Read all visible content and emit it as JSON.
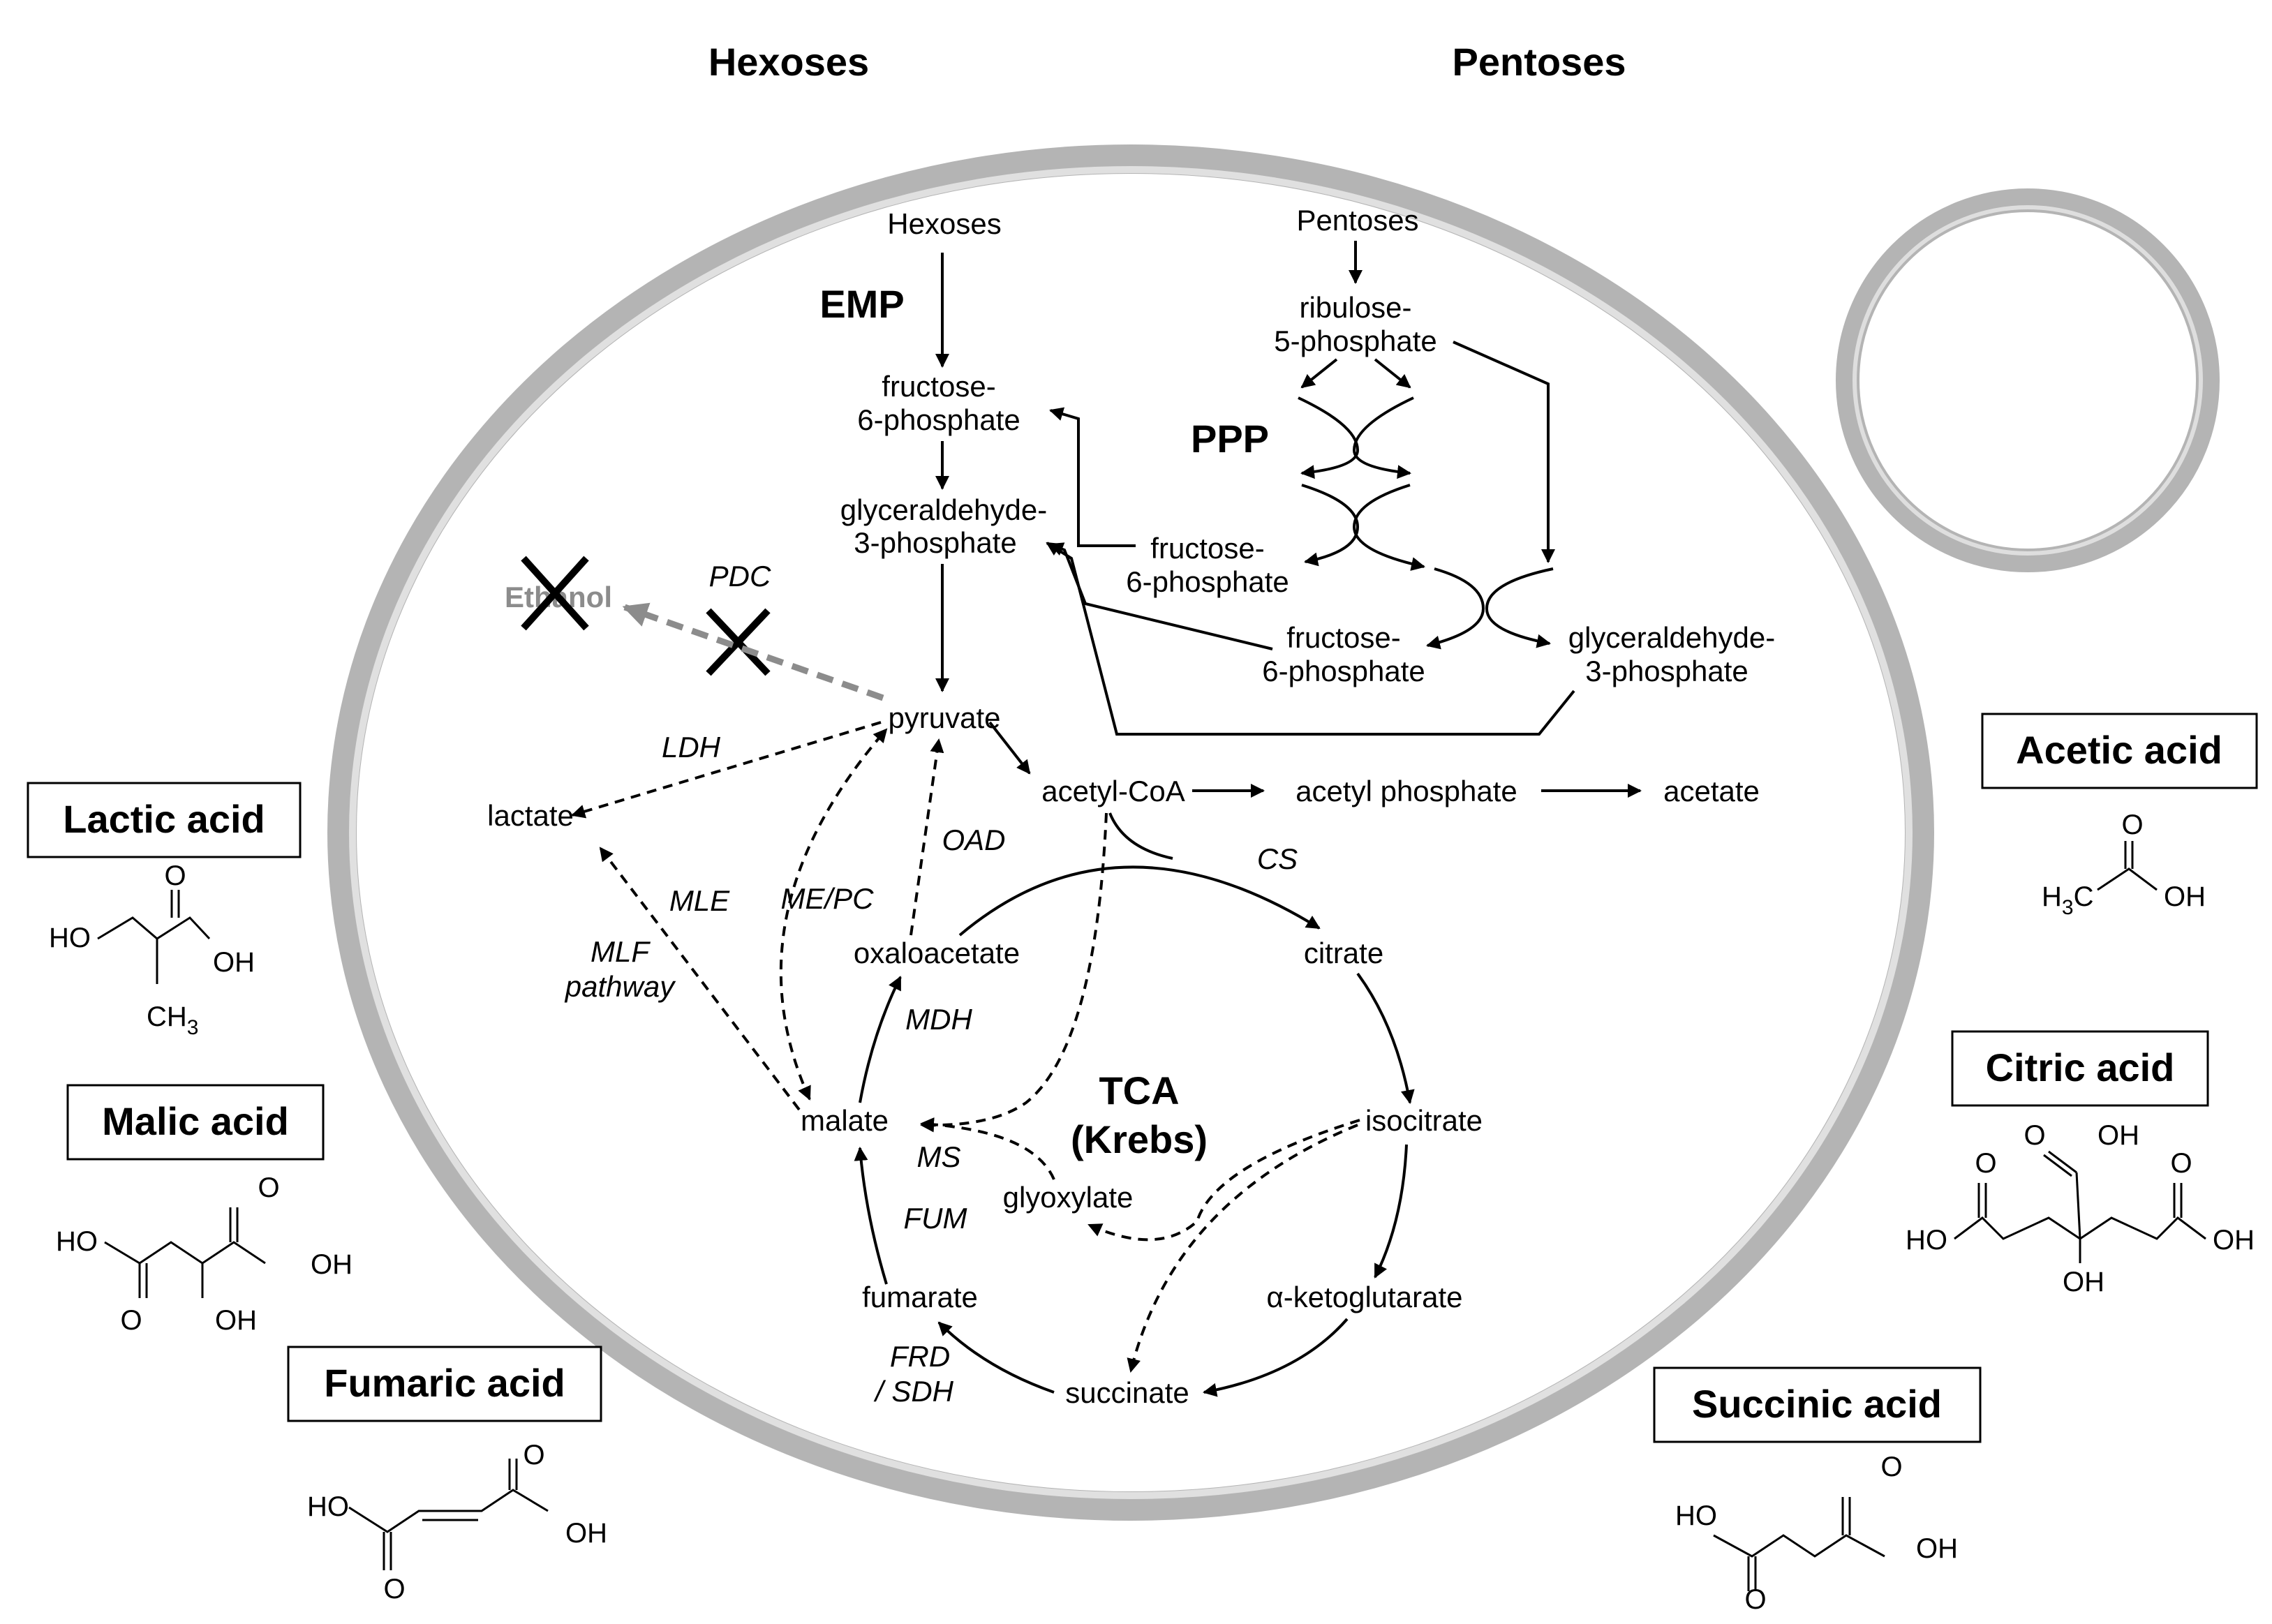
{
  "header": {
    "hexoses": "Hexoses",
    "pentoses": "Pentoses"
  },
  "pathways": {
    "emp": "EMP",
    "ppp": "PPP",
    "tca_line1": "TCA",
    "tca_line2": "(Krebs)"
  },
  "metabolites": {
    "hexoses": "Hexoses",
    "f6p_top_1": "fructose-",
    "f6p_top_2": "6-phosphate",
    "g3p_top_1": "glyceraldehyde-",
    "g3p_top_2": "3-phosphate",
    "pentoses": "Pentoses",
    "ru5p_1": "ribulose-",
    "ru5p_2": "5-phosphate",
    "f6p_ppp1_1": "fructose-",
    "f6p_ppp1_2": "6-phosphate",
    "f6p_ppp2_1": "fructose-",
    "f6p_ppp2_2": "6-phosphate",
    "g3p_ppp_1": "glyceraldehyde-",
    "g3p_ppp_2": "3-phosphate",
    "ethanol": "Ethanol",
    "pyruvate": "pyruvate",
    "lactate": "lactate",
    "acetyl_coa": "acetyl-CoA",
    "acetyl_phosphate": "acetyl phosphate",
    "acetate": "acetate",
    "oxaloacetate": "oxaloacetate",
    "citrate": "citrate",
    "isocitrate": "isocitrate",
    "malate": "malate",
    "glyoxylate": "glyoxylate",
    "fumarate": "fumarate",
    "alpha_kg": "α-ketoglutarate",
    "succinate": "succinate"
  },
  "enzymes": {
    "pdc": "PDC",
    "ldh": "LDH",
    "oad": "OAD",
    "cs": "CS",
    "mle": "MLE",
    "mlf_1": "MLF",
    "mlf_2": "pathway",
    "me_pc": "ME/PC",
    "mdh": "MDH",
    "ms": "MS",
    "fum": "FUM",
    "frd_1": "FRD",
    "frd_2": "/ SDH"
  },
  "acids": {
    "lactic": {
      "name": "Lactic acid",
      "ho": "HO",
      "oh": "OH",
      "o": "O",
      "ch3": "CH",
      "sub": "3"
    },
    "malic": {
      "name": "Malic acid",
      "ho": "HO",
      "oh": "OH",
      "o_top": "O",
      "o_bottom": "O",
      "oh_bottom": "OH"
    },
    "fumaric": {
      "name": "Fumaric acid",
      "ho": "HO",
      "oh": "OH",
      "o_top": "O",
      "o_bottom": "O"
    },
    "acetic": {
      "name": "Acetic acid",
      "h3c": "H",
      "sub": "3",
      "c": "C",
      "o": "O",
      "oh": "OH"
    },
    "citric": {
      "name": "Citric acid",
      "ho": "HO",
      "oh": "OH",
      "o_left": "O",
      "o_top": "O",
      "oh_top": "OH",
      "o_right": "O",
      "oh_mid": "OH"
    },
    "succinic": {
      "name": "Succinic acid",
      "ho": "HO",
      "oh": "OH",
      "o_top": "O",
      "o_bottom": "O"
    }
  },
  "colors": {
    "cell_wall": "#b4b4b4",
    "cell_wall_inner": "#e0e0e0",
    "ethanol_gray": "#8c8c8c"
  }
}
